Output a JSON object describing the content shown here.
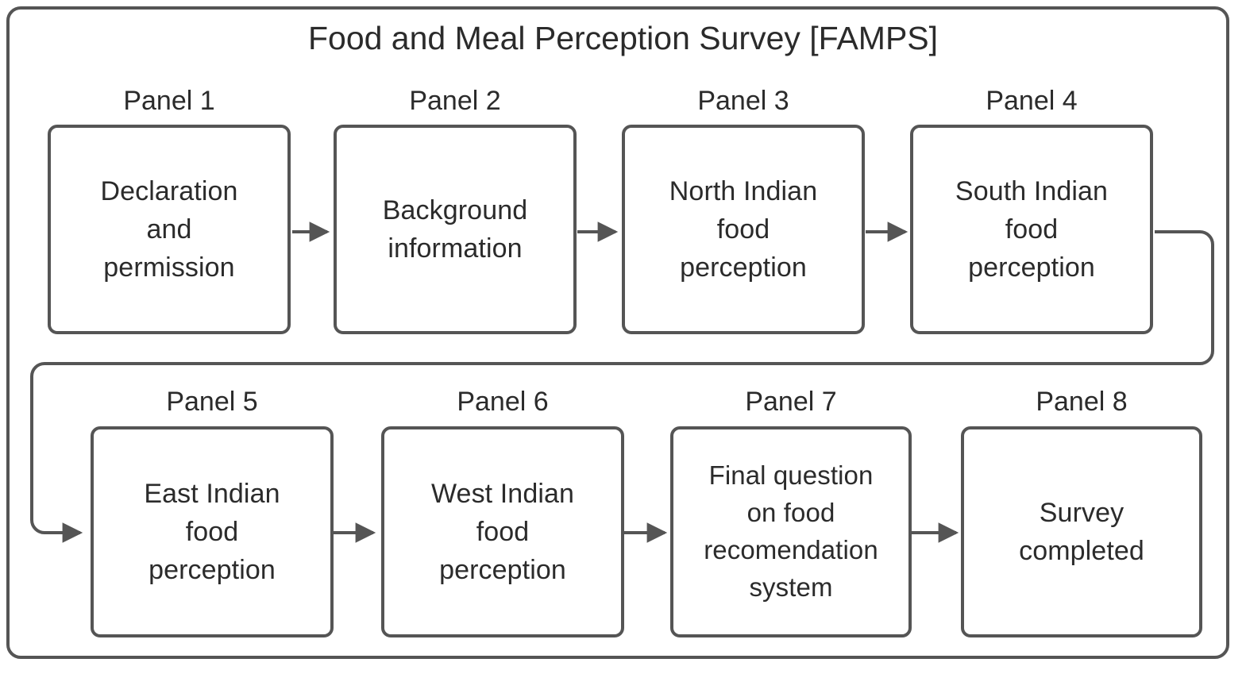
{
  "diagram": {
    "title": "Food and Meal Perception Survey [FAMPS]",
    "type": "flowchart",
    "colors": {
      "border": "#555555",
      "text": "#2b2b2b",
      "background": "#ffffff",
      "connector": "#555555"
    },
    "container_label": "survey-flow-container",
    "panels": [
      {
        "label": "Panel 1",
        "text": "Declaration\nand\npermission"
      },
      {
        "label": "Panel 2",
        "text": "Background\ninformation"
      },
      {
        "label": "Panel 3",
        "text": "North Indian\nfood\nperception"
      },
      {
        "label": "Panel 4",
        "text": "South Indian\nfood\nperception"
      },
      {
        "label": "Panel 5",
        "text": "East Indian\nfood\nperception"
      },
      {
        "label": "Panel 6",
        "text": "West Indian\nfood\nperception"
      },
      {
        "label": "Panel 7",
        "text": "Final question\non food\nrecomendation\nsystem"
      },
      {
        "label": "Panel 8",
        "text": "Survey\ncompleted"
      }
    ],
    "connectors": [
      {
        "from": "Panel 1",
        "to": "Panel 2",
        "kind": "arrow-right"
      },
      {
        "from": "Panel 2",
        "to": "Panel 3",
        "kind": "arrow-right"
      },
      {
        "from": "Panel 3",
        "to": "Panel 4",
        "kind": "arrow-right"
      },
      {
        "from": "Panel 4",
        "to": "Panel 5",
        "kind": "wrap-around"
      },
      {
        "from": "Panel 5",
        "to": "Panel 6",
        "kind": "arrow-right"
      },
      {
        "from": "Panel 6",
        "to": "Panel 7",
        "kind": "arrow-right"
      },
      {
        "from": "Panel 7",
        "to": "Panel 8",
        "kind": "arrow-right"
      }
    ]
  }
}
